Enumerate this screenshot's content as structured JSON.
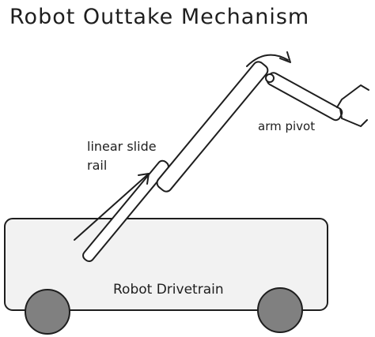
{
  "title": "Robot Outtake Mechanism",
  "labels": {
    "drivetrain": "Robot Drivetrain",
    "slide_line1": "linear slide",
    "slide_line2": "rail",
    "pivot": "arm pivot"
  },
  "colors": {
    "stroke": "#1e1e1e",
    "chassis_fill": "#f2f2f2",
    "wheel_fill": "#808080",
    "background": "#ffffff"
  }
}
